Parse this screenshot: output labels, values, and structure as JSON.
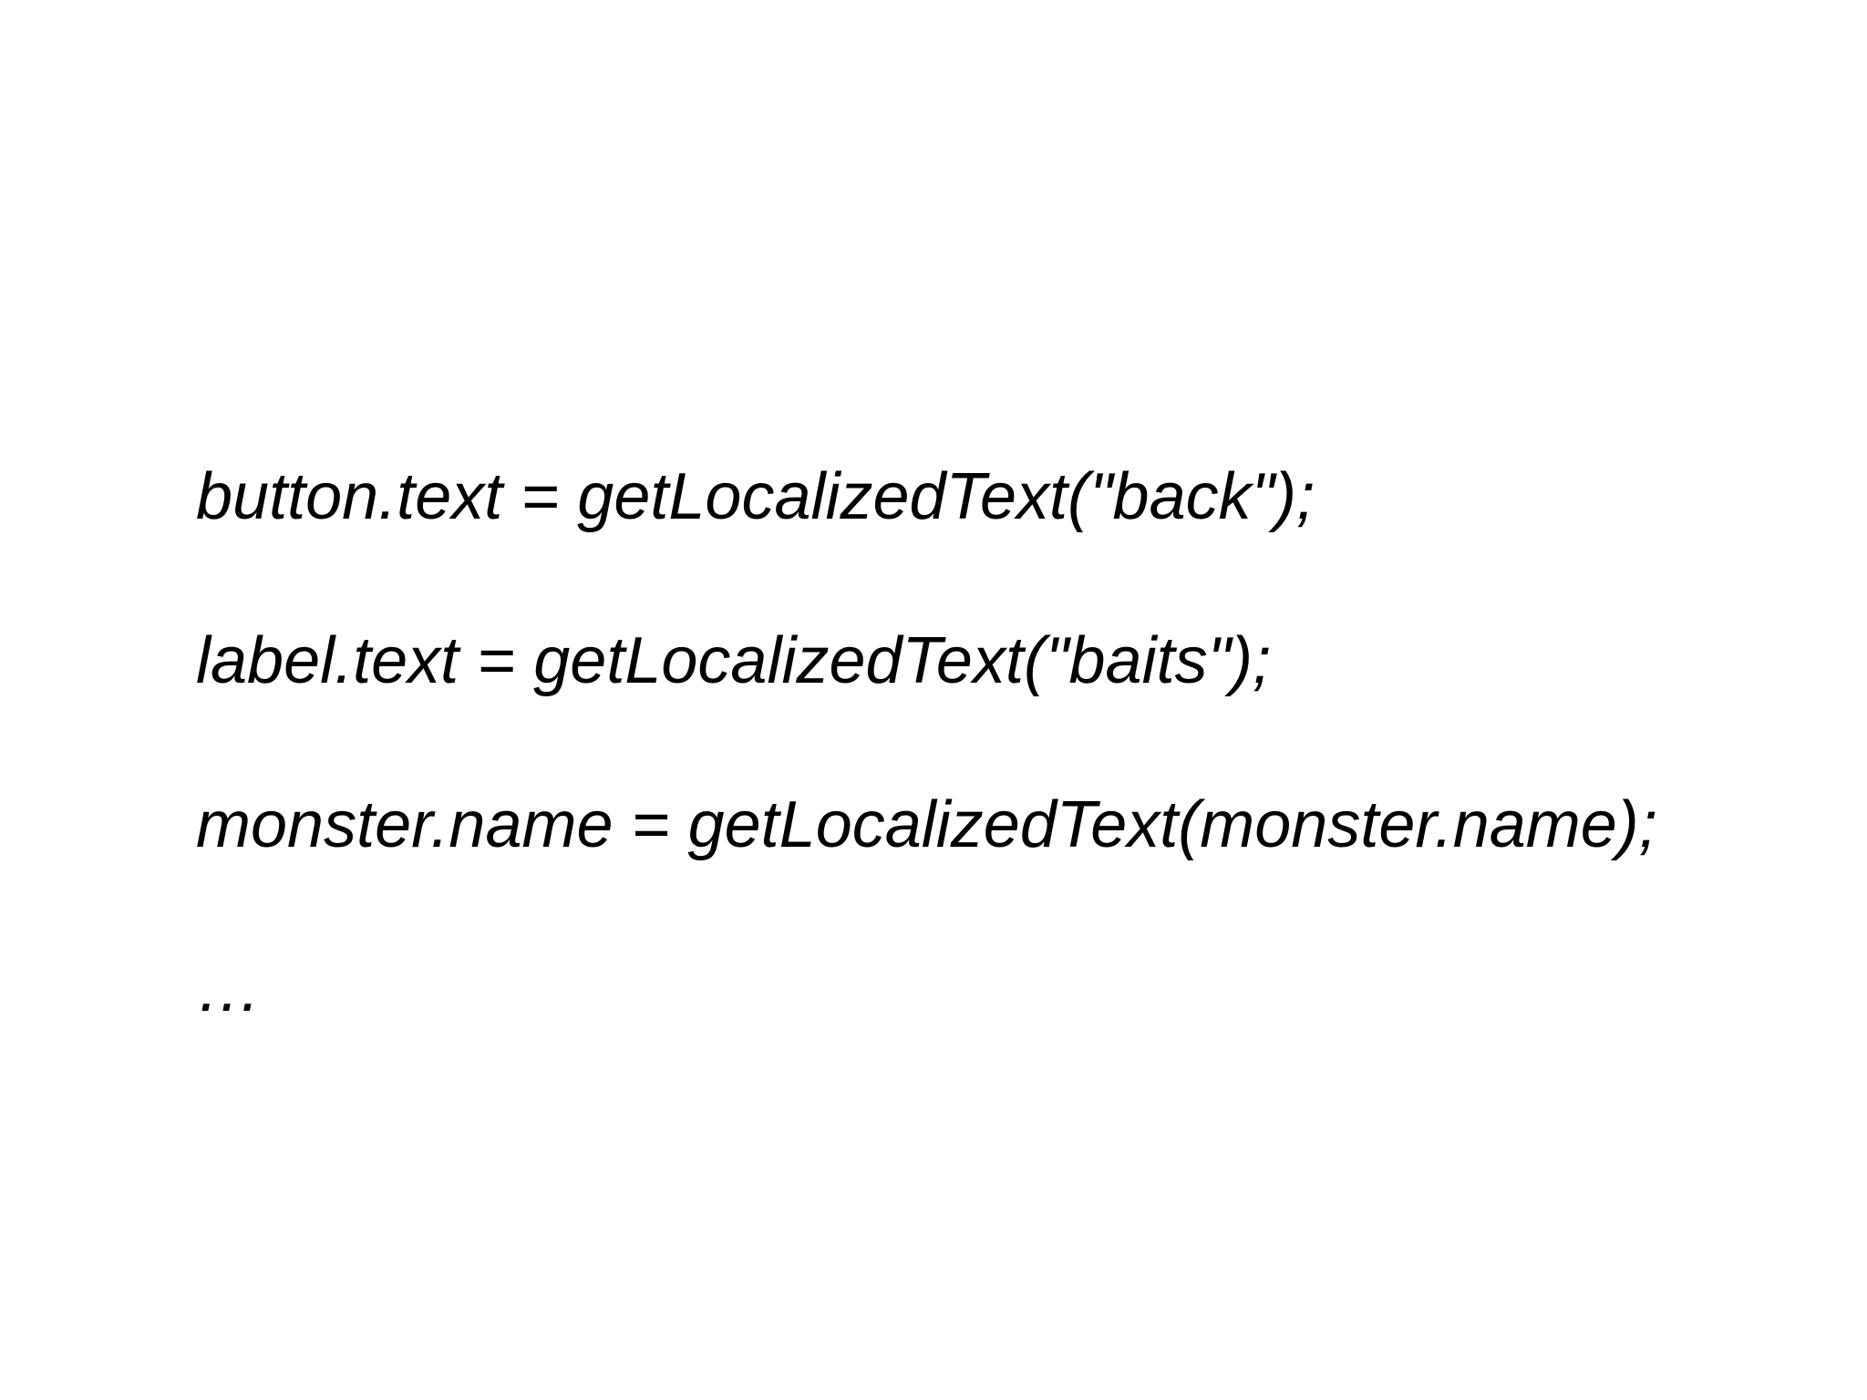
{
  "slide": {
    "background_color": "#ffffff",
    "text_color": "#000000",
    "code_lines": [
      {
        "text": "button.text = getLocalizedText(\"back\");"
      },
      {
        "text": "label.text = getLocalizedText(\"baits\");"
      },
      {
        "text": "monster.name = getLocalizedText(monster.name);"
      },
      {
        "text": "…"
      }
    ]
  }
}
